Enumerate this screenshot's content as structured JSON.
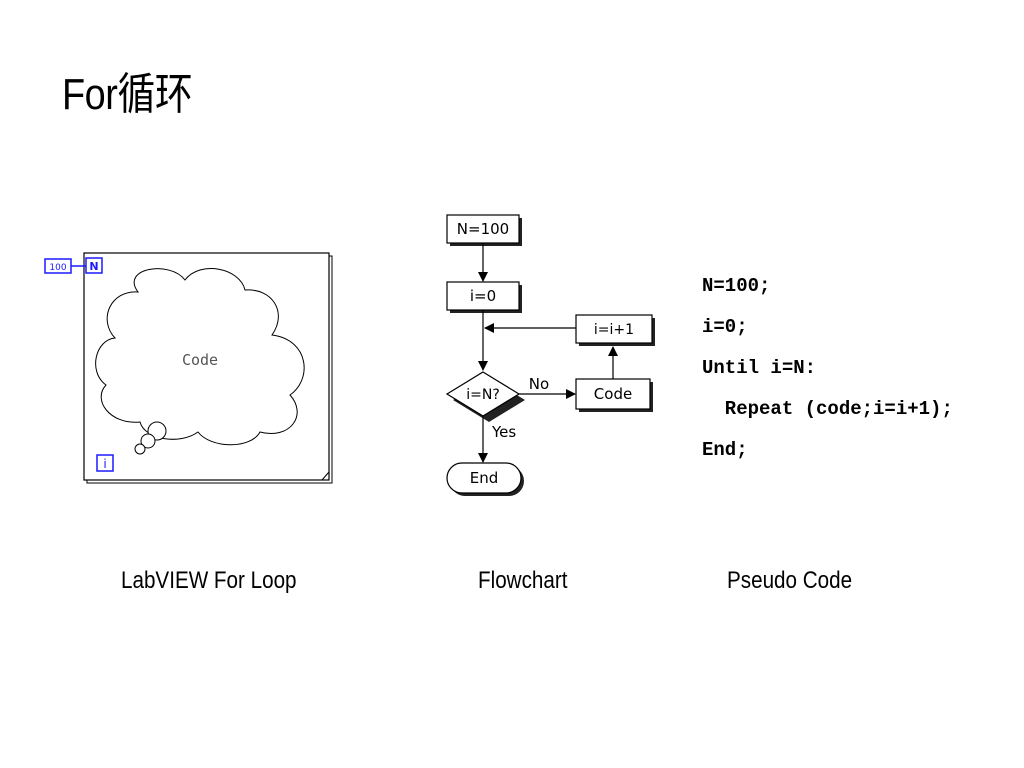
{
  "slide": {
    "title": "For循环"
  },
  "labview": {
    "count_constant": "100",
    "count_terminal": "N",
    "iteration_terminal": "i",
    "code_label": "Code",
    "caption": "LabVIEW For Loop"
  },
  "flowchart": {
    "start_box": "N=100",
    "init_box": "i=0",
    "decision": "i=N?",
    "no_label": "No",
    "yes_label": "Yes",
    "code_box": "Code",
    "increment_box": "i=i+1",
    "end_box": "End",
    "caption": "Flowchart"
  },
  "pseudo": {
    "lines": [
      "N=100;",
      "i=0;",
      "Until i=N:",
      "  Repeat (code;i=i+1);",
      "End;"
    ],
    "caption": "Pseudo Code"
  }
}
